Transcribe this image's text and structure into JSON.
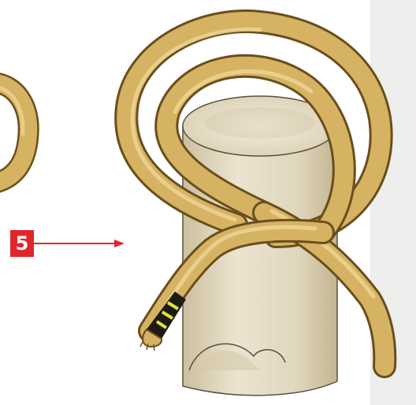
{
  "step": {
    "number": "5"
  },
  "colors": {
    "badge": "#e0262b",
    "arrow": "#e0262b",
    "rope_fill": "#d6b363",
    "rope_shade": "#a9853a",
    "rope_outline": "#6a4e1c",
    "post_fill": "#e3dbc6",
    "post_shade": "#cbbf9e",
    "post_top": "#f2ecdc",
    "whipping_black": "#1c1c14",
    "whipping_yellow": "#e6e03a"
  },
  "icons": [
    "knot-loop-partial",
    "wooden-post",
    "rope-knot",
    "whipped-rope-end",
    "arrow-right-icon"
  ]
}
